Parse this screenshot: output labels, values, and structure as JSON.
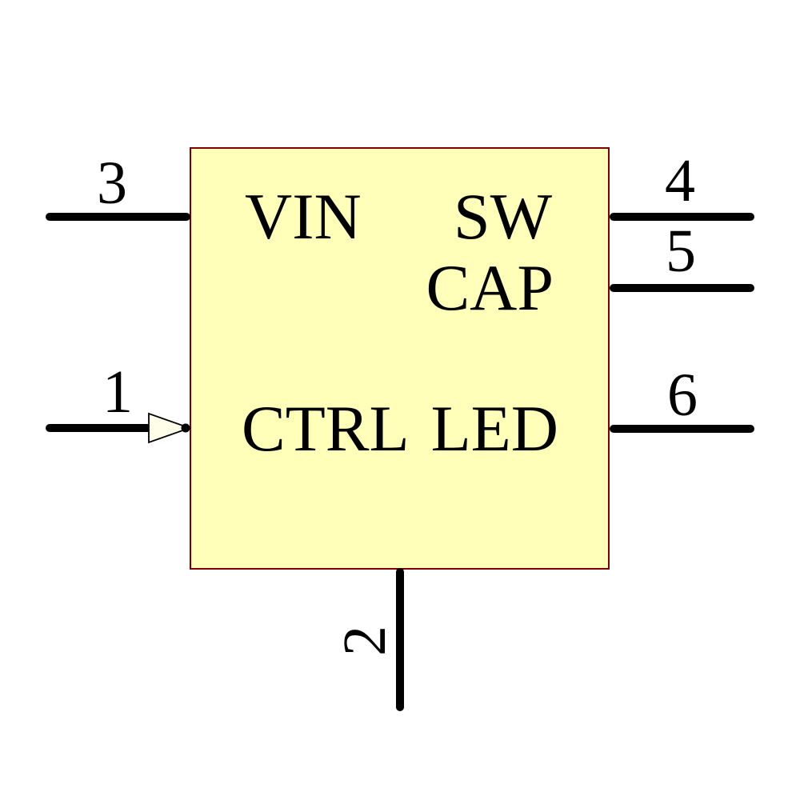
{
  "schematic": {
    "body": {
      "fill": "#FFFFB9",
      "border_color": "#800000"
    },
    "pins": {
      "left": [
        {
          "number": "3",
          "label": "VIN"
        },
        {
          "number": "1",
          "label": "CTRL",
          "marker": "input-arrow"
        }
      ],
      "right": [
        {
          "number": "4",
          "label": "SW"
        },
        {
          "number": "5",
          "label": "CAP"
        },
        {
          "number": "6",
          "label": "LED"
        }
      ],
      "bottom": [
        {
          "number": "2"
        }
      ]
    },
    "colors": {
      "pin_line": "#000000",
      "text": "#000000",
      "arrow_fill": "#FFFFE9"
    }
  }
}
